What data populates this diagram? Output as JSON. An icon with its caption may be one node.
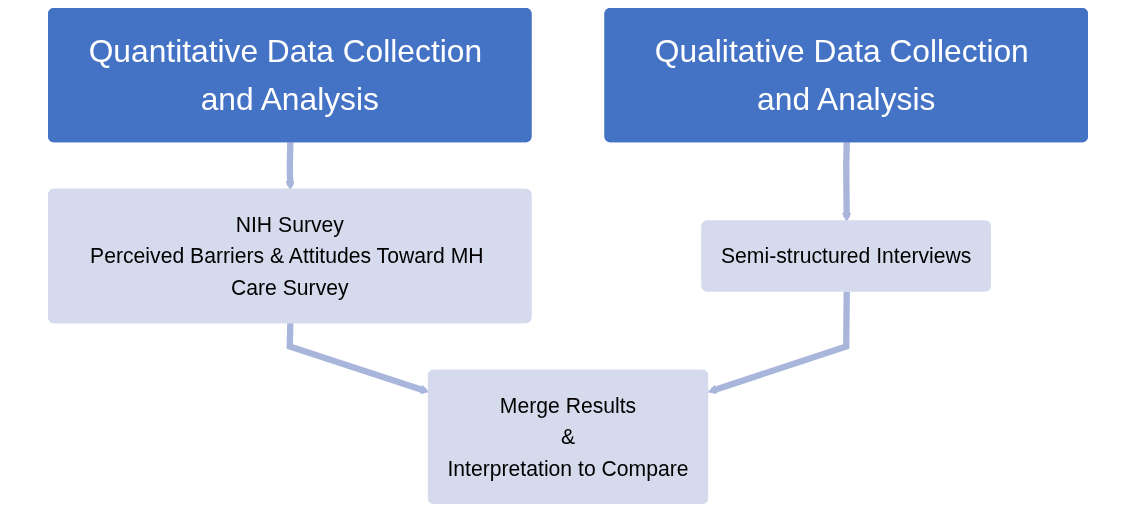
{
  "diagram": {
    "nodes": [
      {
        "text": [
          "Quantitative Data Collection and Analysis"
        ]
      },
      {
        "text": [
          "Qualitative Data Collection and Analysis"
        ]
      },
      {
        "text": [
          "NIH Survey",
          "Perceived Barriers & Attitudes Toward MH Care Survey"
        ]
      },
      {
        "text": [
          "Semi-structured Interviews"
        ]
      },
      {
        "text": [
          "Merge Results",
          "&",
          "Interpretation to Compare"
        ]
      }
    ],
    "edges": [
      {
        "from": 0,
        "to": 2,
        "arrow": "to"
      },
      {
        "from": 1,
        "to": 3,
        "arrow": "to"
      },
      {
        "from": 2,
        "to": 4,
        "arrow": "to"
      },
      {
        "from": 3,
        "to": 4,
        "arrow": "to"
      }
    ]
  }
}
